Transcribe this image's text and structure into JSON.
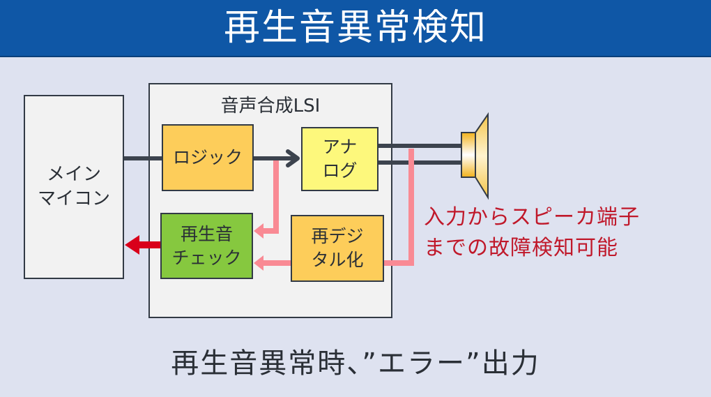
{
  "header": {
    "title": "再生音異常検知"
  },
  "blocks": {
    "main_mcu": {
      "line1": "メイン",
      "line2": "マイコン"
    },
    "lsi": {
      "label": "音声合成LSI"
    },
    "logic": {
      "label": "ロジック"
    },
    "analog": {
      "line1": "アナ",
      "line2": "ログ"
    },
    "playback_check": {
      "line1": "再生音",
      "line2": "チェック"
    },
    "redigitize": {
      "line1": "再デジ",
      "line2": "タル化"
    }
  },
  "speaker": {
    "icon": "speaker-icon"
  },
  "annotation": {
    "line1": "入力からスピーカ端子",
    "line2": "までの故障検知可能"
  },
  "footer": {
    "caption": "再生音異常時、”エラー”出力"
  },
  "colors": {
    "header_bg": "#0f57a6",
    "background": "#dee2f0",
    "signal_line": "#3c434e",
    "feedback_line": "#f98a94",
    "error_arrow": "#d9001b",
    "annotation_text": "#c0182a",
    "logic_fill": "#fdcd5a",
    "analog_fill": "#fdf87c",
    "check_fill": "#86c83f"
  }
}
